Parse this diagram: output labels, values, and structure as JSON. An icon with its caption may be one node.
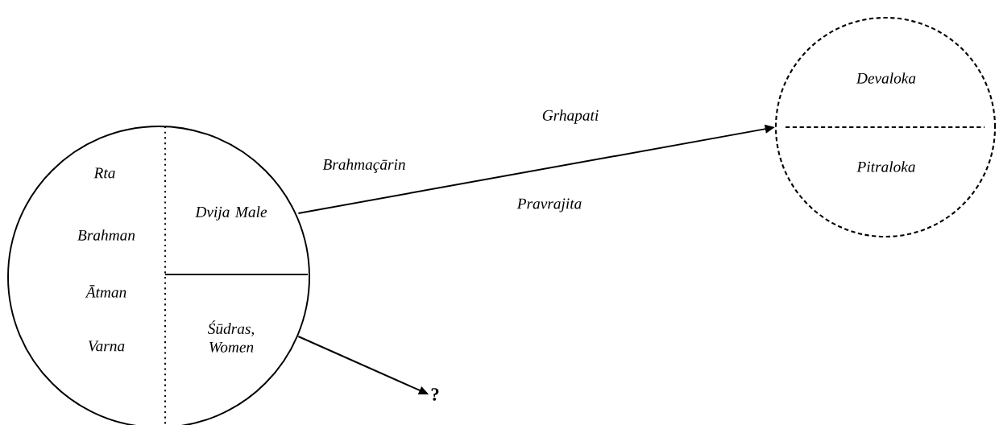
{
  "diagram": {
    "nodes": [
      {
        "text": [
          "Rta",
          "Brahman",
          "Ātman",
          "Varna"
        ]
      },
      {
        "text": [
          "Dvija Male"
        ],
        "in": 0
      },
      {
        "text": [
          "Śūdras, Women"
        ],
        "in": 0
      },
      {
        "text": [
          "Devaloka",
          "Pitraloka"
        ]
      },
      {
        "text": [
          "?"
        ]
      }
    ],
    "edges": [
      {
        "from": 1,
        "to": 3,
        "arrow": "to"
      },
      {
        "from": 2,
        "to": 4,
        "arrow": "to"
      }
    ],
    "labels": [
      "Grhapati",
      "Brahmaçārin",
      "Pravrajita"
    ]
  }
}
